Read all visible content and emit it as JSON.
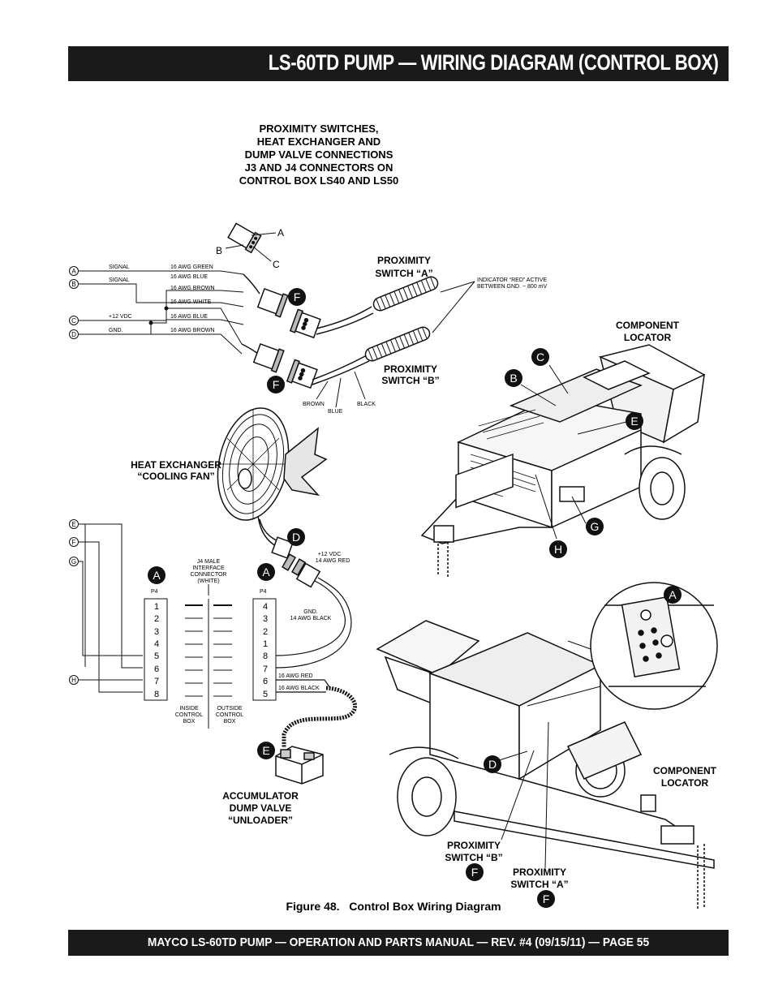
{
  "header": {
    "title": "LS-60TD PUMP — WIRING DIAGRAM (CONTROL BOX)"
  },
  "footer": {
    "text": "MAYCO LS-60TD PUMP — OPERATION AND PARTS MANUAL — REV. #4 (09/15/11) — PAGE 55"
  },
  "top_block": {
    "lines": [
      "PROXIMITY SWITCHES,",
      "HEAT EXCHANGER AND",
      "DUMP VALVE CONNECTIONS",
      "J3 AND J4 CONNECTORS ON",
      "CONTROL BOX LS40 AND LS50"
    ]
  },
  "connector_pins": {
    "a": "A",
    "b": "B",
    "c": "C"
  },
  "left_terminals": [
    "A",
    "B",
    "C",
    "D"
  ],
  "signals": [
    "SIGNAL",
    "SIGNAL",
    "+12 VDC",
    "GND."
  ],
  "wires": [
    "16 AWG GREEN",
    "16 AWG BLUE",
    "16 AWG BROWN",
    "16 AWG WHITE",
    "16 AWG BLUE",
    "16 AWG BROWN"
  ],
  "prox_a": [
    "PROXIMITY",
    "SWITCH “A”"
  ],
  "prox_b": [
    "PROXIMITY",
    "SWITCH “B”"
  ],
  "indicator": [
    "INDICATOR “RED” ACTIVE",
    "BETWEEN GND. ~ 800 mV"
  ],
  "cable_colors": {
    "brown": "BROWN",
    "blue": "BLUE",
    "black": "BLACK"
  },
  "fan_label": [
    "HEAT EXCHANGER",
    "“COOLING FAN”"
  ],
  "lower_terminals": [
    "E",
    "F",
    "G",
    "H"
  ],
  "j4": {
    "title": [
      "J4 MALE",
      "INTERFACE",
      "CONNECTOR",
      "(WHITE)"
    ],
    "p4": "P4",
    "left_pins": [
      "1",
      "2",
      "3",
      "4",
      "5",
      "6",
      "7",
      "8"
    ],
    "right_pins": [
      "4",
      "3",
      "2",
      "1",
      "8",
      "7",
      "6",
      "5"
    ],
    "inside": [
      "INSIDE",
      "CONTROL",
      "BOX"
    ],
    "outside": [
      "OUTSIDE",
      "CONTROL",
      "BOX"
    ]
  },
  "power_label": [
    "+12 VDC",
    "14 AWG RED"
  ],
  "gnd_label": [
    "GND.",
    "14 AWG BLACK"
  ],
  "valve_wires": [
    "16 AWG RED",
    "16 AWG BLACK"
  ],
  "dump_label": [
    "ACCUMULATOR",
    "DUMP VALVE",
    "“UNLOADER”"
  ],
  "locator1": [
    "COMPONENT",
    "LOCATOR"
  ],
  "locator2": [
    "COMPONENT",
    "LOCATOR"
  ],
  "callouts": {
    "a": "A",
    "b": "B",
    "c": "C",
    "d": "D",
    "e": "E",
    "f": "F",
    "g": "G",
    "h": "H"
  },
  "caption": "Figure 48.   Control Box Wiring Diagram"
}
